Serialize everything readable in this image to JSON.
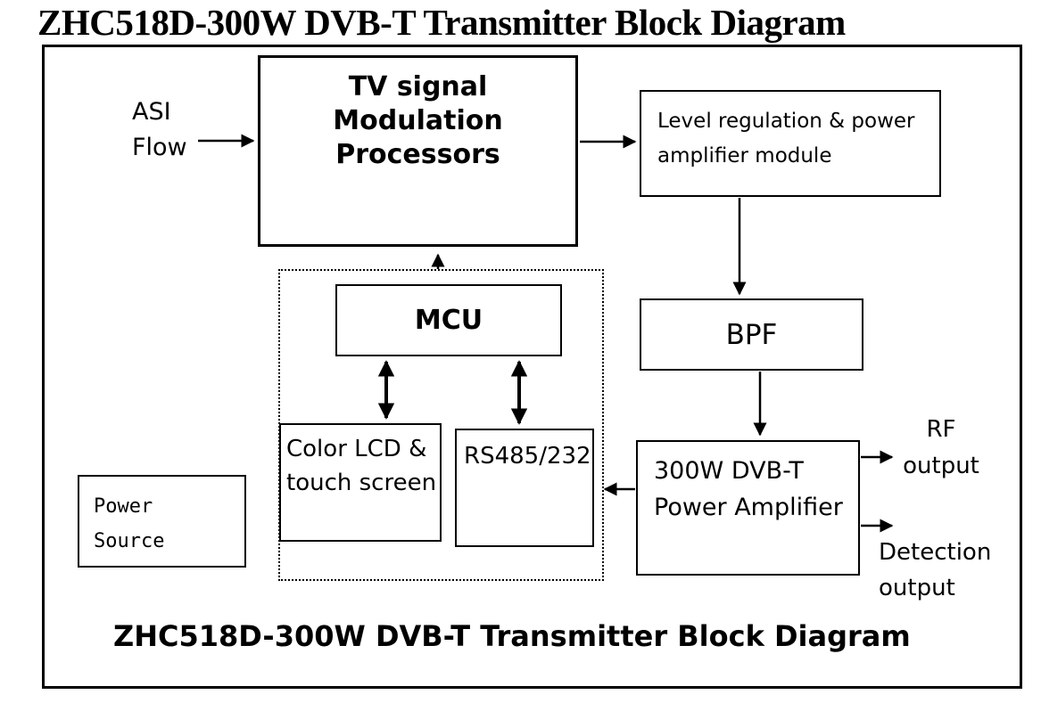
{
  "title": "ZHC518D-300W DVB-T Transmitter Block Diagram",
  "caption": "ZHC518D-300W DVB-T Transmitter Block Diagram",
  "blocks": {
    "tv_modulation": {
      "lines": [
        "TV signal",
        "Modulation",
        "Processors"
      ]
    },
    "level_regulation": {
      "lines": [
        "Level regulation & power",
        "amplifier module"
      ]
    },
    "bpf": {
      "label": "BPF"
    },
    "mcu": {
      "label": "MCU"
    },
    "color_lcd": {
      "lines": [
        "Color LCD &",
        "touch screen"
      ]
    },
    "rs485": {
      "label": "RS485/232"
    },
    "power_amplifier": {
      "lines": [
        "300W DVB-T",
        "Power Amplifier"
      ]
    },
    "power_source": {
      "lines": [
        "Power",
        "Source"
      ]
    }
  },
  "labels": {
    "asi": {
      "lines": [
        "ASI",
        "Flow"
      ]
    },
    "rf_output": {
      "lines": [
        "RF",
        "output"
      ]
    },
    "detection_output": {
      "lines": [
        "Detection",
        "output"
      ]
    }
  },
  "colors": {
    "line": "#000000",
    "background": "#ffffff"
  }
}
